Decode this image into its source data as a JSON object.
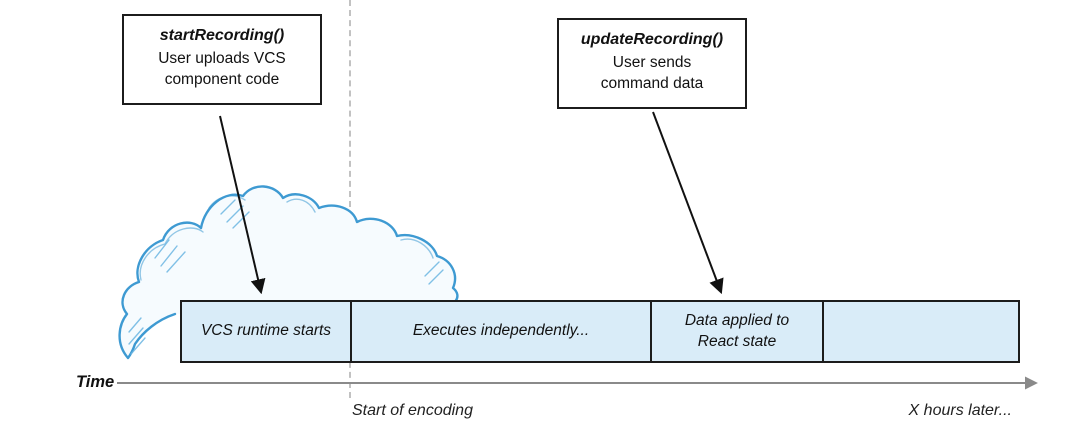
{
  "callouts": {
    "start": {
      "title": "startRecording()",
      "body": "User uploads VCS\ncomponent code"
    },
    "update": {
      "title": "updateRecording()",
      "body": "User sends\ncommand data"
    }
  },
  "timeline": {
    "axis_label": "Time",
    "segments": [
      {
        "label": "VCS runtime starts"
      },
      {
        "label": "Executes independently..."
      },
      {
        "label": "Data applied to\nReact state"
      },
      {
        "label": ""
      }
    ],
    "start_marker": "Start of encoding",
    "end_marker": "X hours later..."
  },
  "icons": {
    "cloud": "cloud-sketch-icon",
    "arrows": "down-arrow-icon",
    "axis": "right-arrow-icon"
  },
  "colors": {
    "segment_fill": "#d9ecf8",
    "segment_border": "#1c1c1c",
    "cloud_stroke": "#3e9ad2",
    "axis_color": "#8a8a8a",
    "dash_color": "#c2c2c2",
    "arrow_color": "#111111"
  }
}
